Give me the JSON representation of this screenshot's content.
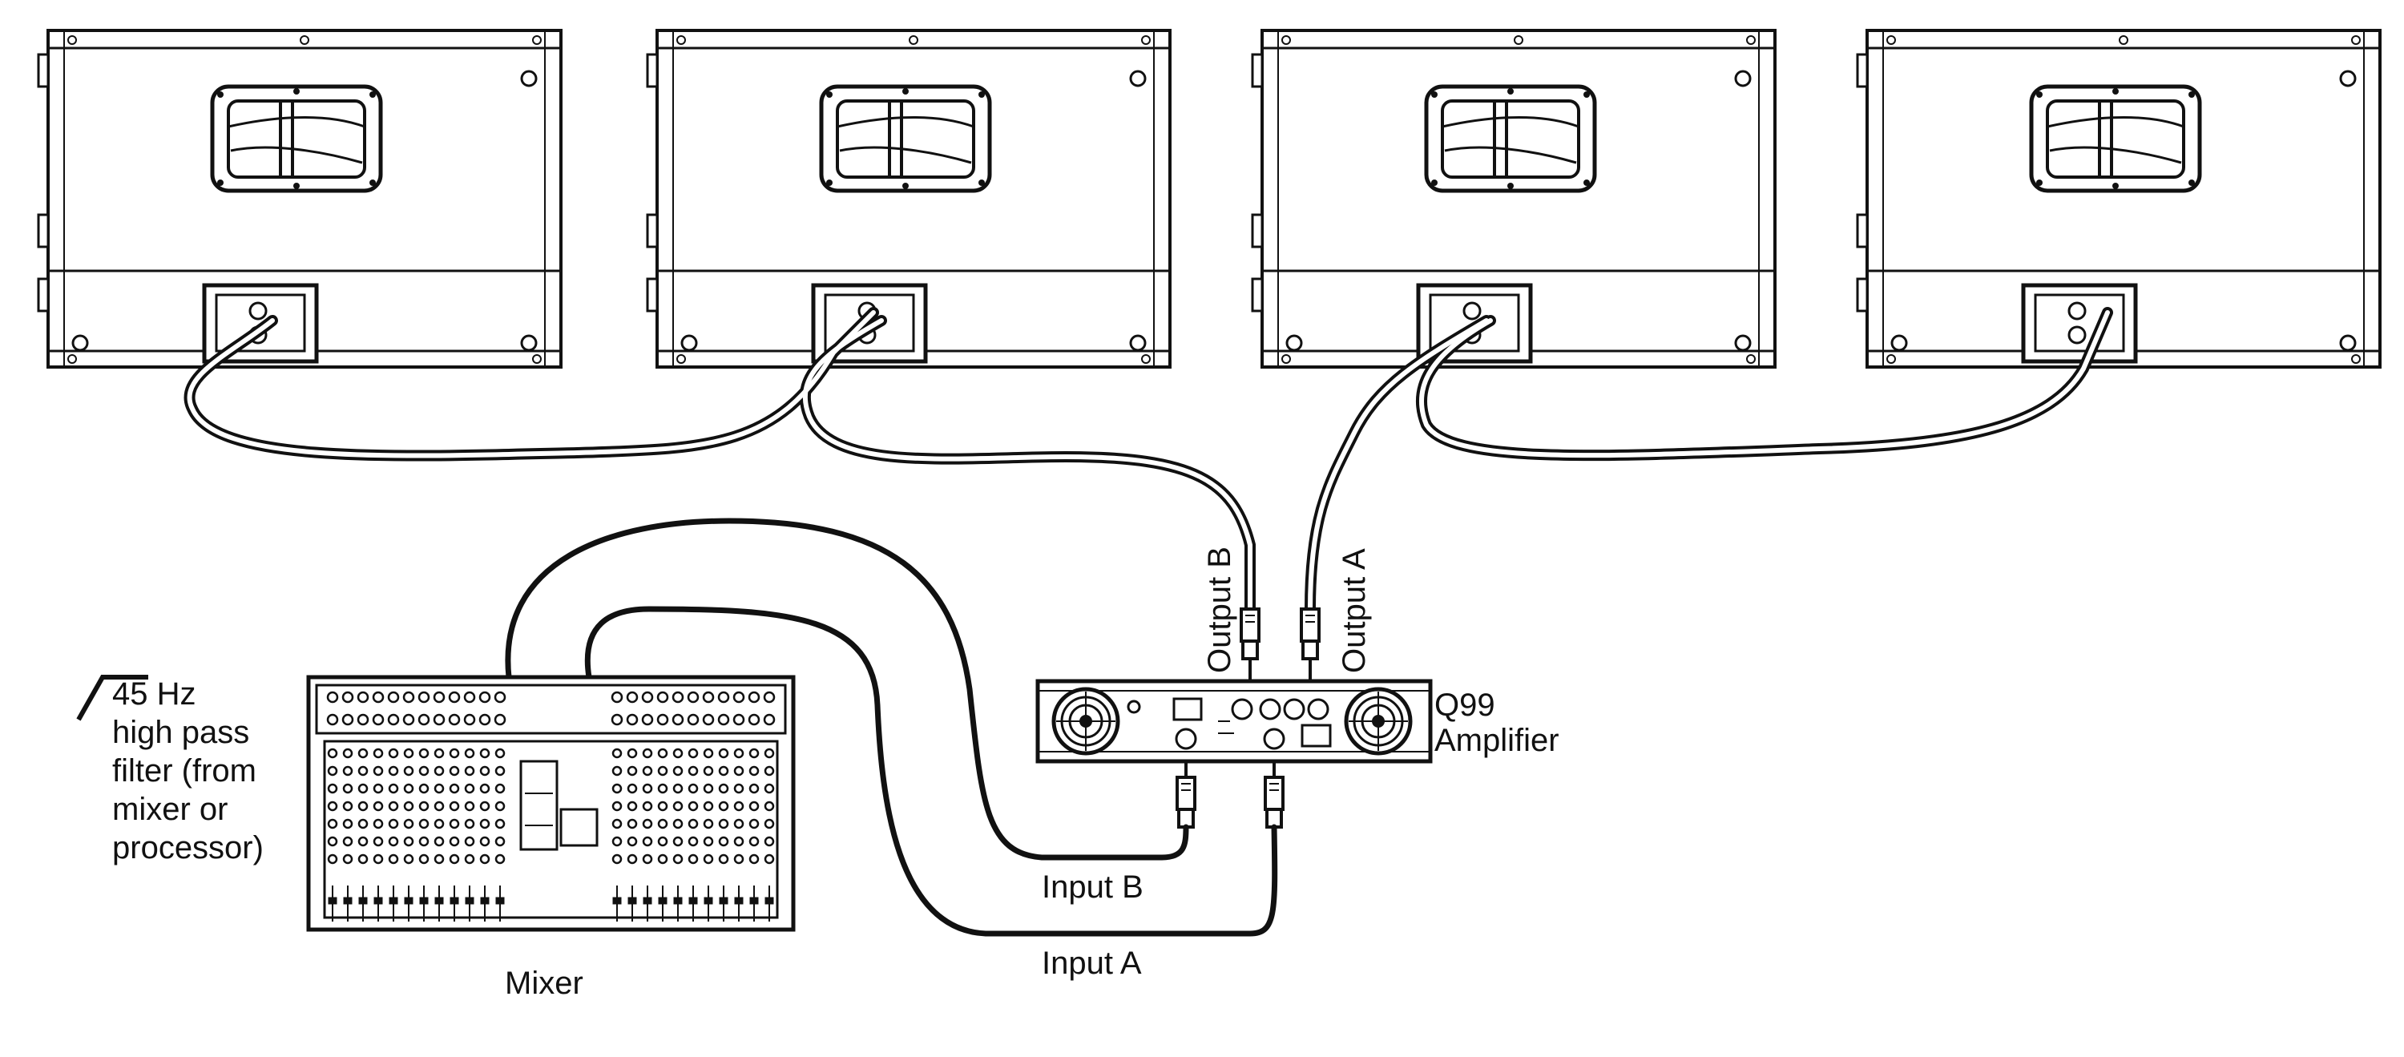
{
  "labels": {
    "output_b": "Output B",
    "output_a": "Output A",
    "amplifier_model": "Q99",
    "amplifier_word": "Amplifier",
    "filter_line1": "45 Hz",
    "filter_line2": "high pass",
    "filter_line3": "filter (from",
    "filter_line4": "mixer or",
    "filter_line5": "processor)",
    "input_b": "Input B",
    "input_a": "Input A",
    "mixer": "Mixer"
  },
  "colors": {
    "line": "#111111",
    "background": "#ffffff"
  }
}
